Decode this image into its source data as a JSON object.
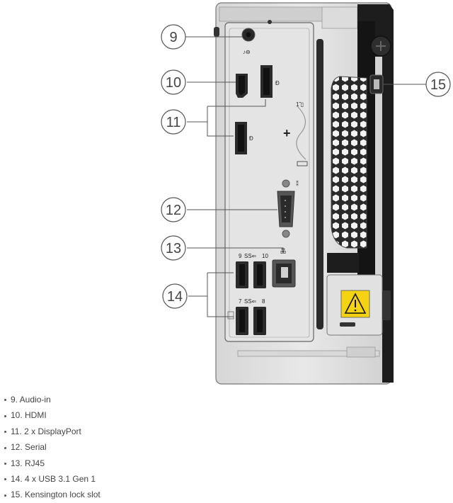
{
  "callouts": [
    {
      "num": "9"
    },
    {
      "num": "10"
    },
    {
      "num": "11"
    },
    {
      "num": "12"
    },
    {
      "num": "13"
    },
    {
      "num": "14"
    },
    {
      "num": "15"
    }
  ],
  "port_labels": {
    "usb_top_left": "9",
    "usb_top_right": "10",
    "usb_bottom_left": "7",
    "usb_bottom_right": "8"
  },
  "legend": [
    "9. Audio-in",
    "10. HDMI",
    "11. 2 x DisplayPort",
    "12. Serial",
    "13. RJ45",
    "14. 4 x USB 3.1 Gen 1",
    "15. Kensington lock slot"
  ]
}
